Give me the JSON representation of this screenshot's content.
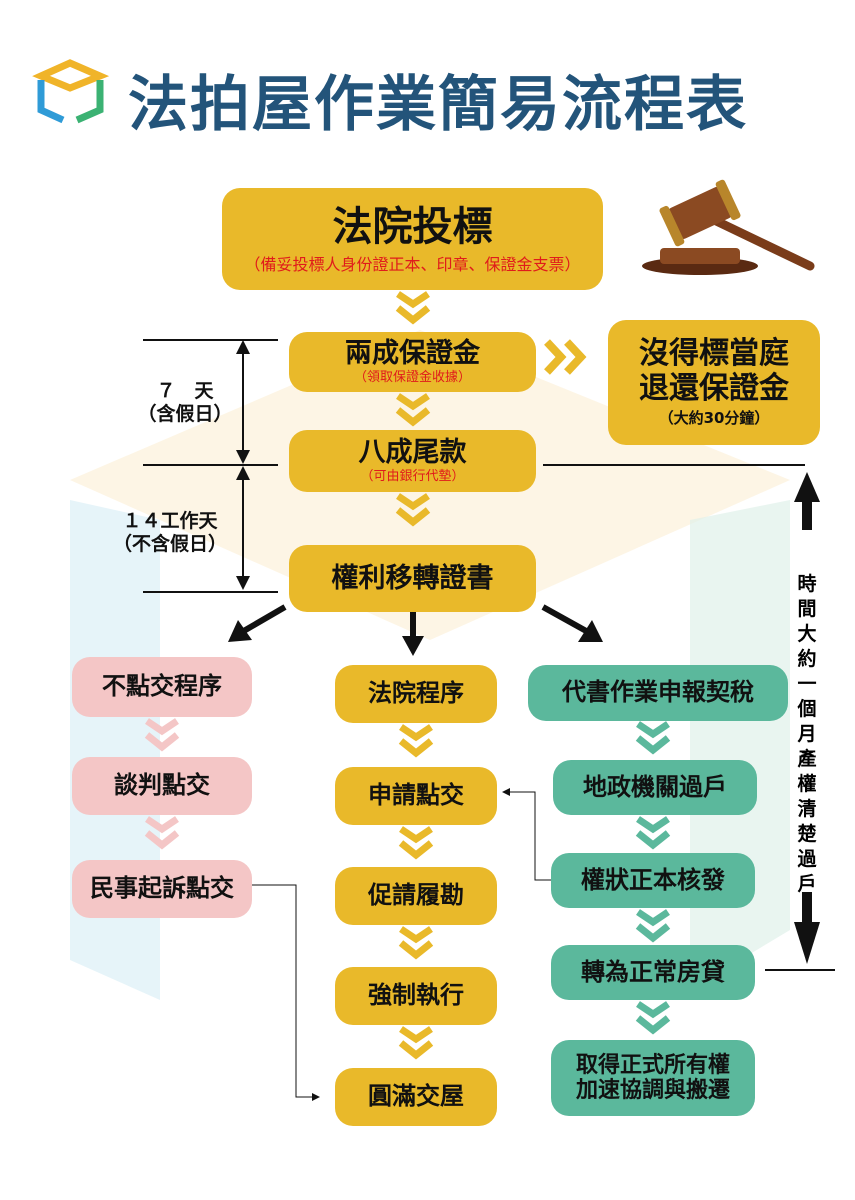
{
  "title": "法拍屋作業簡易流程表",
  "colors": {
    "title": "#23547a",
    "yellow": "#e9b92a",
    "green": "#5bb89c",
    "pink": "#f4c6c6",
    "red": "#e01b1b"
  },
  "main": [
    {
      "label": "法院投標",
      "note": "（備妥投標人身份證正本、印章、保證金支票）"
    },
    {
      "label": "兩成保證金",
      "note": "（領取保證金收據）"
    },
    {
      "label": "八成尾款",
      "note": "（可由銀行代墊）"
    },
    {
      "label": "權利移轉證書"
    }
  ],
  "side_box": {
    "line1": "沒得標當庭",
    "line2": "退還保證金",
    "note": "（大約30分鐘）"
  },
  "timing": {
    "seven_days": "７　天",
    "seven_note": "（含假日）",
    "fourteen_days": "１４工作天",
    "fourteen_note": "（不含假日）",
    "month": "時間大約一個月產權清楚過戶"
  },
  "left_column": [
    "不點交程序",
    "談判點交",
    "民事起訴點交"
  ],
  "middle_column": [
    "法院程序",
    "申請點交",
    "促請履勘",
    "強制執行",
    "圓滿交屋"
  ],
  "right_column": [
    "代書作業申報契稅",
    "地政機關過戶",
    "權狀正本核發",
    "轉為正常房貸",
    "取得正式所有權",
    "加速協調與搬遷"
  ]
}
